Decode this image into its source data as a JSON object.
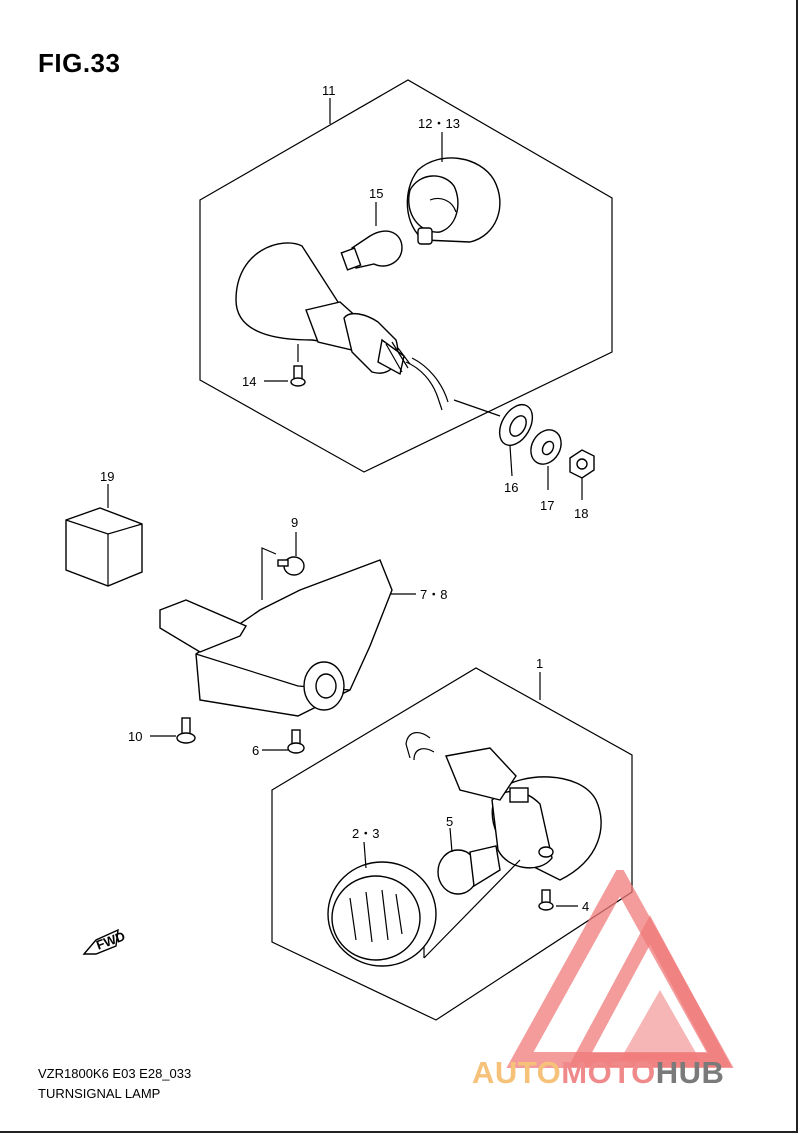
{
  "figure_title": "FIG.33",
  "code": "VZR1800K6 E03 E28_033",
  "caption": "TURNSIGNAL LAMP",
  "fwd_label": "FWD",
  "logo": {
    "part1": "AUTO",
    "part2": "MOTO",
    "part3": "HUB"
  },
  "callouts": {
    "c1": "1",
    "c23": "2・3",
    "c4": "4",
    "c5": "5",
    "c6": "6",
    "c78": "7・8",
    "c9": "9",
    "c10": "10",
    "c11": "11",
    "c1213": "12・13",
    "c14": "14",
    "c15": "15",
    "c16": "16",
    "c17": "17",
    "c18": "18",
    "c19": "19"
  },
  "colors": {
    "logo_red": "#f07a7a",
    "logo_orange": "#f6c27a",
    "logo_gray": "#7a7a7a"
  }
}
